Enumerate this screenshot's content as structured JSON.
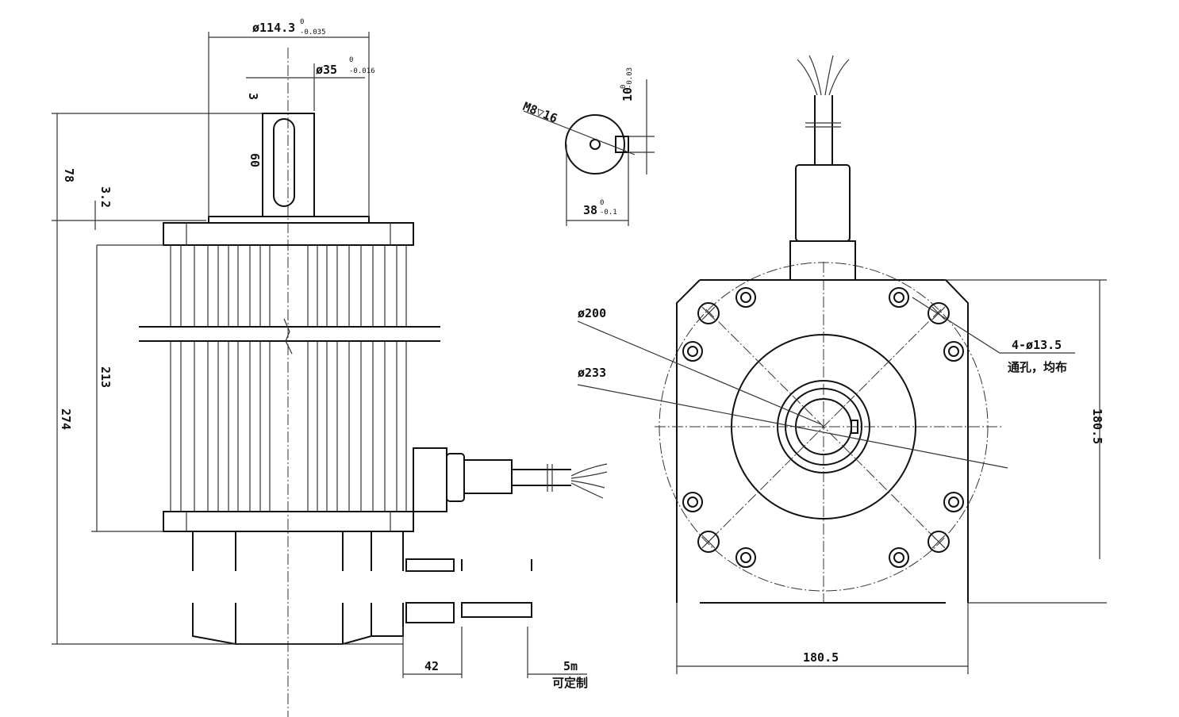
{
  "dimensions": {
    "flange_dia": "ø114.3",
    "flange_tol_upper": "0",
    "flange_tol_lower": "-0.035",
    "shaft_dia": "ø35",
    "shaft_tol_upper": "0",
    "shaft_tol_lower": "-0.016",
    "shaft_length": "78",
    "flange_height": "3.2",
    "key_offset": "3",
    "key_length": "60",
    "body_length": "213",
    "total_length": "274",
    "thread": "M8▽16",
    "key_width": "10",
    "key_tol_upper": "0",
    "key_tol_lower": "-0.03",
    "key_height": "38",
    "key_h_tol_upper": "0",
    "key_h_tol_lower": "-0.1",
    "pcd_inner": "ø200",
    "pcd_outer": "ø233",
    "holes": "4-ø13.5",
    "holes_note": "通孔，均布",
    "frame_height": "180.5",
    "frame_width": "180.5",
    "cable_offset": "42",
    "cable_length": "5m",
    "cable_note": "可定制"
  }
}
